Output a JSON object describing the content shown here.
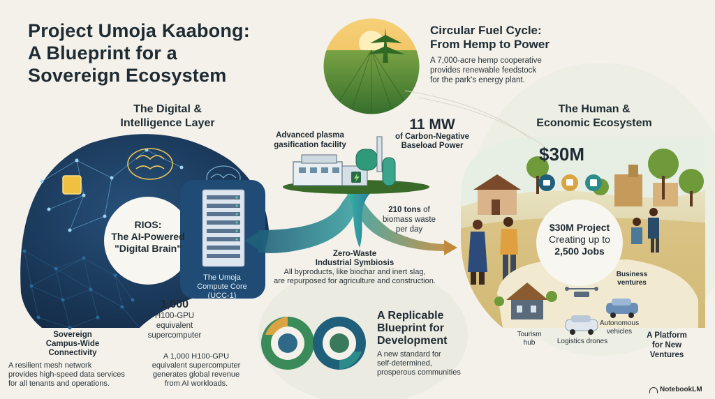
{
  "title": {
    "line1": "Project Umoja Kaabong:",
    "line2": "A Blueprint for a",
    "line3": "Sovereign Ecosystem"
  },
  "fuel_cycle": {
    "heading_line1": "Circular Fuel Cycle:",
    "heading_line2": "From Hemp to Power",
    "text_line1": "A 7,000-acre hemp cooperative",
    "text_line2": "provides renewable feedstock",
    "text_line3": "for the park's energy plant."
  },
  "digital_layer": {
    "heading_line1": "The Digital &",
    "heading_line2": "Intelligence Layer",
    "rios_line1": "RIOS:",
    "rios_line2": "The AI-Powered",
    "rios_line3": "\"Digital Brain\"",
    "ucc_line1": "The Umoja",
    "ucc_line2": "Compute Core",
    "ucc_line3": "(UCC-1)",
    "gpu_big": "1,000",
    "gpu_line1": "H100-GPU",
    "gpu_line2": "equivalent",
    "gpu_line3": "supercomputer",
    "mesh_h1": "Sovereign",
    "mesh_h2": "Campus-Wide",
    "mesh_h3": "Connectivity",
    "mesh_t1": "A resilient mesh network",
    "mesh_t2": "provides high-speed data services",
    "mesh_t3": "for all tenants and operations.",
    "rev_t1": "A 1,000 H100-GPU",
    "rev_t2": "equivalent supercomputer",
    "rev_t3": "generates global revenue",
    "rev_t4": "from AI workloads."
  },
  "energy": {
    "plasma_line1": "Advanced plasma",
    "plasma_line2": "gasification facility",
    "mw_big": "11 MW",
    "mw_line1": "of Carbon-Negative",
    "mw_line2": "Baseload Power",
    "tons_line1a": "210 tons",
    "tons_line1b": " of",
    "tons_line2": "biomass waste",
    "tons_line3": "per day",
    "zw_line1": "Zero-Waste",
    "zw_line2": "Industrial Symbiosis",
    "zw_t1": "All byproducts, like biochar and inert slag,",
    "zw_t2": "are repurposed for agriculture and construction."
  },
  "blueprint": {
    "heading_line1": "A Replicable",
    "heading_line2": "Blueprint for",
    "heading_line3": "Development",
    "text_line1": "A new standard for",
    "text_line2": "self-determined,",
    "text_line3": "prosperous communities"
  },
  "human": {
    "heading_line1": "The Human &",
    "heading_line2": "Economic Ecosystem",
    "amount": "$30M",
    "project_line1": "$30M Project",
    "project_line2": "Creating up to",
    "project_line3": "2,500 Jobs",
    "business_line1": "Business",
    "business_line2": "ventures",
    "autonomous_line1": "Autonomous",
    "autonomous_line2": "vehicles",
    "tourism_line1": "Tourism",
    "tourism_line2": "hub",
    "drones": "Logistics drones",
    "platform_line1": "A Platform",
    "platform_line2": "for New",
    "platform_line3": "Ventures"
  },
  "footer": {
    "brand": "NotebookLM"
  },
  "colors": {
    "navy": "#1c3a5c",
    "teal": "#2b8a8a",
    "green": "#5a8a3a",
    "gold": "#d9a441",
    "background": "#f3f1ea"
  }
}
